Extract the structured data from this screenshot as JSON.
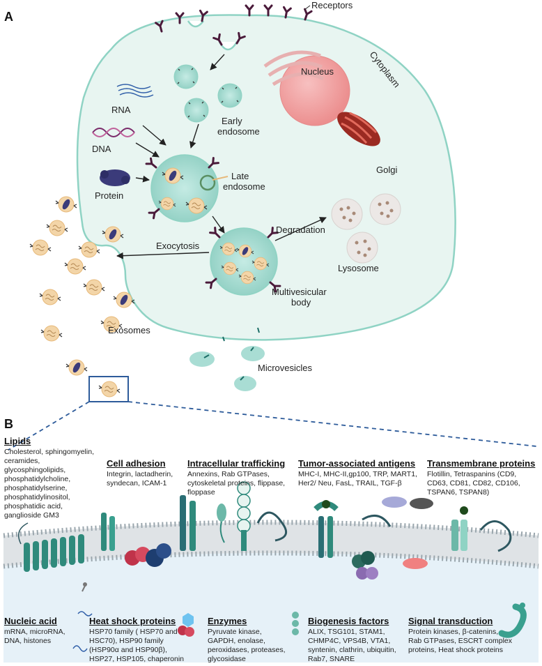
{
  "panels": {
    "a": "A",
    "b": "B"
  },
  "labels": {
    "receptors": "Receptors",
    "cytoplasm": "Cytoplasm",
    "nucleus": "Nucleus",
    "rna": "RNA",
    "dna": "DNA",
    "protein": "Protein",
    "early_line1": "Early",
    "early_line2": "endosome",
    "golgi": "Golgi",
    "late_line1": "Late",
    "late_line2": "endosome",
    "degradation": "Degradation",
    "exocytosis": "Exocytosis",
    "lysosome": "Lysosome",
    "mvb_line1": "Multivesicular",
    "mvb_line2": "body",
    "exosomes": "Exosomes",
    "microvesicles": "Microvesicles"
  },
  "cargo": {
    "lipids": {
      "title": "Lipids",
      "text": "Cholesterol, sphingomyelin, ceramides, glycosphingolipids, phosphatidylcholine, phosphatidylserine, phosphatidylinositol, phosphatidic acid, ganglioside GM3"
    },
    "cell_adhesion": {
      "title": "Cell adhesion",
      "text": "Integrin, lactadherin, syndecan, ICAM-1"
    },
    "intracellular_trafficking": {
      "title": "Intracellular trafficking",
      "text": "Annexins, Rab GTPases, cytoskeletal proteins, flippase, floppase"
    },
    "tumor_antigens": {
      "title": "Tumor-associated antigens",
      "text": "MHC-I, MHC-II,gp100, TRP, MART1, Her2/ Neu, FasL, TRAIL, TGF-β"
    },
    "transmembrane": {
      "title": "Transmembrane proteins",
      "text": "Flotillin, Tetraspanins (CD9, CD63, CD81, CD82, CD106, TSPAN6, TSPAN8)"
    },
    "nucleic_acid": {
      "title": "Nucleic acid",
      "text": "mRNA, microRNA, DNA, histones"
    },
    "heat_shock": {
      "title": "Heat shock proteins",
      "text": "HSP70 family ( HSP70 and HSC70), HSP90 family (HSP90α and HSP90β), HSP27, HSP105, chaperonin"
    },
    "enzymes": {
      "title": "Enzymes",
      "text": "Pyruvate kinase, GAPDH, enolase, peroxidases, proteases, glycosidase"
    },
    "biogenesis": {
      "title": "Biogenesis factors",
      "text": "ALIX, TSG101, STAM1, CHMP4C, VPS4B, VTA1, syntenin, clathrin, ubiquitin, Rab7, SNARE"
    },
    "signal": {
      "title": "Signal transduction",
      "text": "Protein kinases, β-catenins, Rab GTPases, ESCRT complex proteins, Heat shock proteins"
    }
  },
  "colors": {
    "cytoplasm_fill": "#e8f5f1",
    "membrane": "#8fd3c4",
    "endosome": "#a9ddd4",
    "nucleus": "#f4a6a6",
    "golgi": "#c0392b",
    "receptor": "#4a1a3a",
    "protein": "#3b3b7a",
    "exosome": "#f3d5a8",
    "lysosome": "#ece8e6"
  }
}
